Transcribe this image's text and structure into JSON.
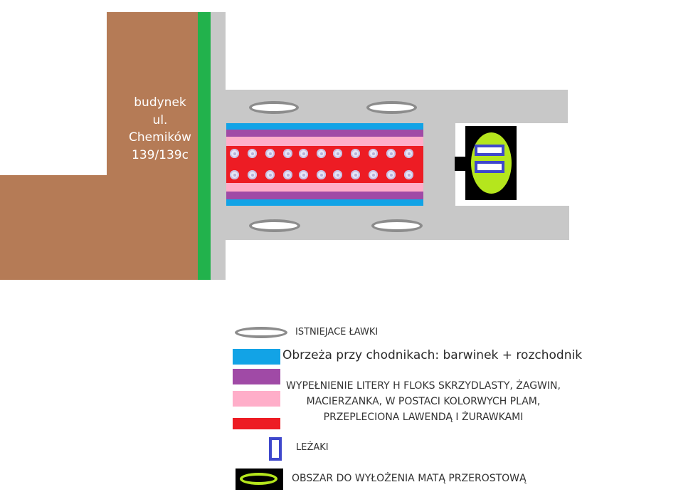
{
  "map": {
    "building_label": [
      "budynek",
      "ul.",
      "Chemików",
      "139/139c"
    ],
    "colors": {
      "building": "#b57b56",
      "hedge": "#22b24c",
      "path": "#c8c8c8",
      "border_blue": "#12a3e6",
      "phlox_purple": "#a04aa6",
      "pansy_pink": "#ffaec9",
      "red_fill": "#ed1c24",
      "lawn_green": "#b5e61d",
      "lounger_blue": "#3f48cc",
      "background": "#ffffff"
    }
  },
  "legend": {
    "bench": "ISTNIEJACE ŁAWKI",
    "border": "Obrzeża przy chodnikach: barwinek + rozchodnik",
    "fill_lines": [
      "WYPEŁNIENIE LITERY H FLOKS SKRZYDLASTY, ŻAGWIN,",
      "MACIERZANKA, W POSTACI KOLORWYCH PLAM,",
      "PRZEPLECIONA LAWENDĄ I ŻURAWKAMI"
    ],
    "loungers": "LEŻAKI",
    "mat_area": "OBSZAR DO WYŁOŻENIA MATĄ PRZEROSTOWĄ"
  }
}
